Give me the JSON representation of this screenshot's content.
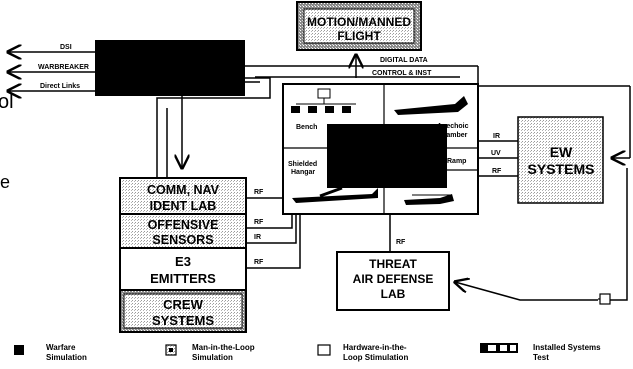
{
  "motion_box": {
    "line1": "MOTION/MANNED",
    "line2": "FLIGHT"
  },
  "external_links": {
    "dsi": "DSI",
    "warbreaker": "WARBREAKER",
    "direct_links": "Direct Links"
  },
  "page_edge_text": {
    "ol": "ol",
    "e": "e"
  },
  "bus_labels": {
    "digital_data": "DIGITAL DATA",
    "control_inst": "CONTROL & INST"
  },
  "facility": {
    "bench": "Bench",
    "anechoic_chamber": "Anechoic Chamber",
    "ramp": "Ramp",
    "shielded_hangar": "Shielded Hangar"
  },
  "ew_systems": {
    "line1": "EW",
    "line2": "SYSTEMS"
  },
  "signals": {
    "ir": "IR",
    "uv": "UV",
    "rf": "RF"
  },
  "left_stack": {
    "comm_line1": "COMM, NAV",
    "comm_line2": "IDENT LAB",
    "offensive_line1": "OFFENSIVE",
    "offensive_line2": "SENSORS",
    "e3_line1": "E3",
    "e3_line2": "EMITTERS",
    "crew_line1": "CREW",
    "crew_line2": "SYSTEMS"
  },
  "threat_lab": {
    "line1": "THREAT",
    "line2": "AIR DEFENSE",
    "line3": "LAB"
  },
  "legend": [
    {
      "line1": "Warfare",
      "line2": "Simulation",
      "icon": "filled-square-icon"
    },
    {
      "line1": "Man-in-the-Loop",
      "line2": "Simulation",
      "icon": "dotted-square-icon"
    },
    {
      "line1": "Hardware-in-the-",
      "line2": "Loop Stimulation",
      "icon": "open-square-icon"
    },
    {
      "line1": "Installed Systems",
      "line2": "Test",
      "icon": "segmented-bar-icon"
    }
  ],
  "colors": {
    "ink": "#000000",
    "background": "#ffffff",
    "stipple": "#c8c8c8"
  }
}
